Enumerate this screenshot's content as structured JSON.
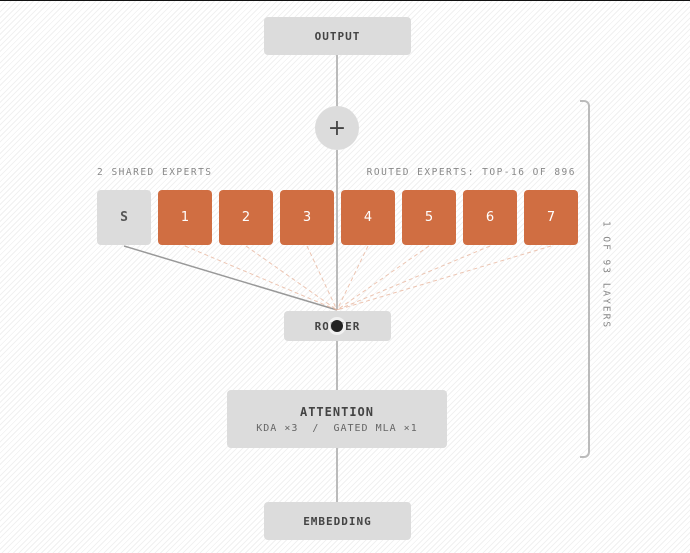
{
  "output": {
    "label": "OUTPUT"
  },
  "sum": {
    "symbol": "+"
  },
  "experts": {
    "shared_caption": "2 SHARED EXPERTS",
    "routed_caption": "ROUTED EXPERTS: TOP-16 OF 896",
    "shared_label": "S",
    "routed_labels": [
      "1",
      "2",
      "3",
      "4",
      "5",
      "6",
      "7"
    ]
  },
  "router": {
    "label": "ROUTER"
  },
  "attention": {
    "title": "ATTENTION",
    "subtitle": "KDA ×3  /  GATED MLA ×1"
  },
  "embedding": {
    "label": "EMBEDDING"
  },
  "layers": {
    "label": "1 OF 93 LAYERS"
  },
  "colors": {
    "routed_expert": "#d06e42",
    "box": "#dcdcdc",
    "connector": "#bbbbbb"
  }
}
